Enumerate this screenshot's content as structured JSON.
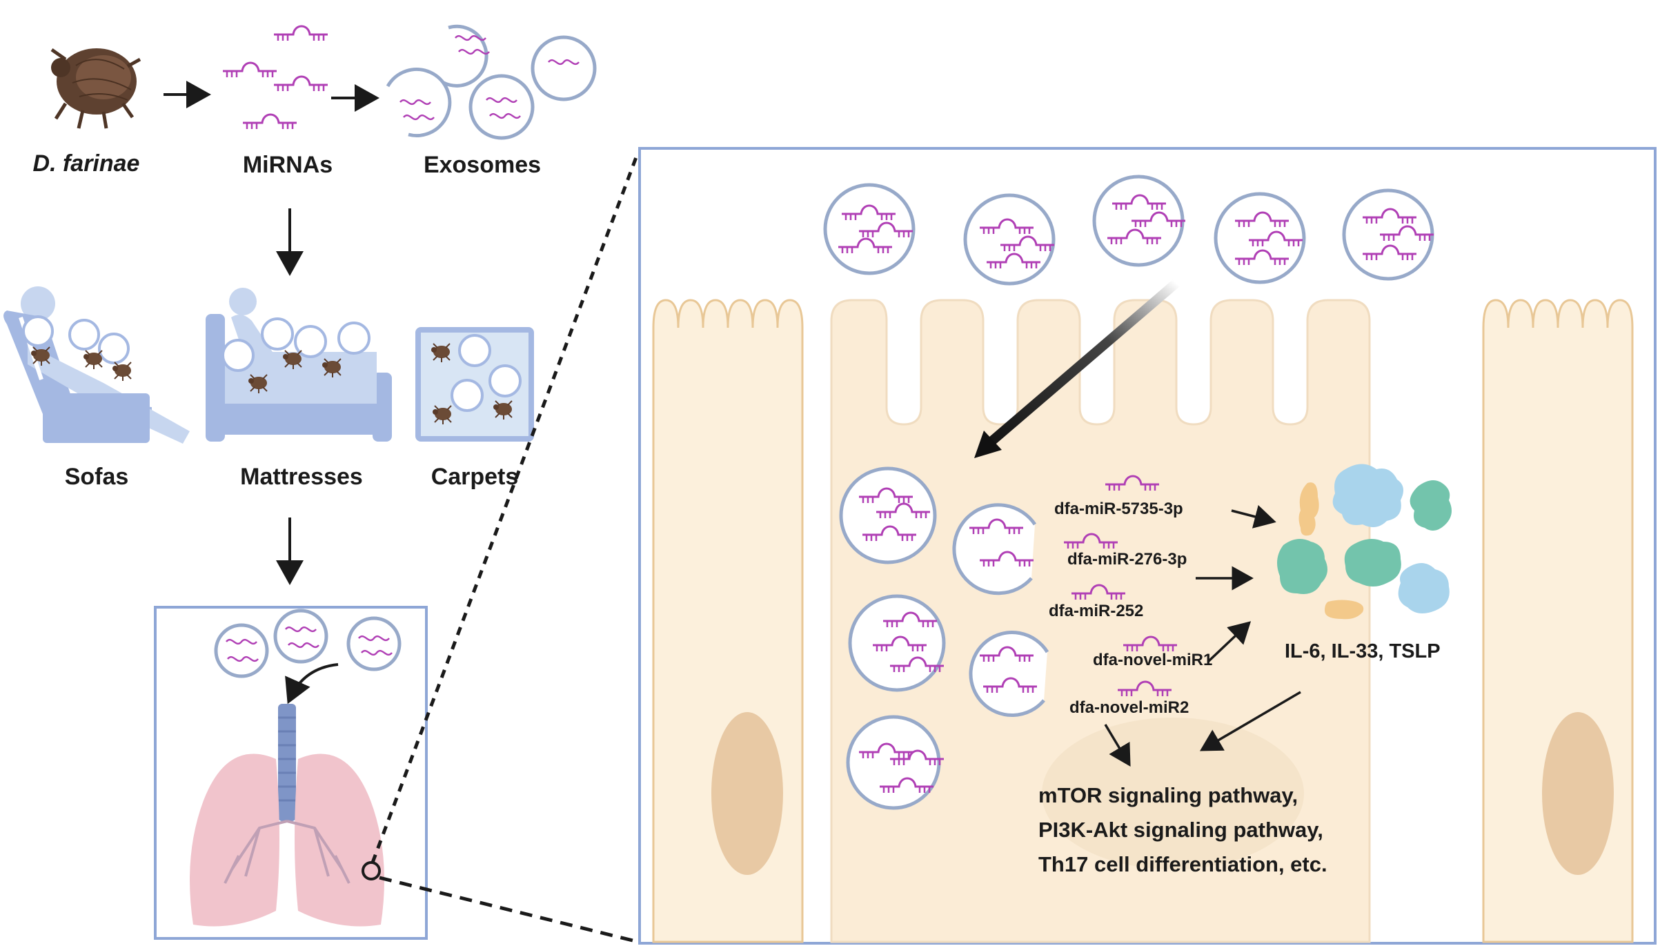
{
  "labels": {
    "source": "D. farinae",
    "mirnas": "MiRNAs",
    "exosomes": "Exosomes",
    "sofas": "Sofas",
    "mattresses": "Mattresses",
    "carpets": "Carpets"
  },
  "mirnas": [
    "dfa-miR-5735-3p",
    "dfa-miR-276-3p",
    "dfa-miR-252",
    "dfa-novel-miR1",
    "dfa-novel-miR2"
  ],
  "cytokines": "IL-6, IL-33, TSLP",
  "pathways": [
    "mTOR signaling pathway,",
    "PI3K-Akt signaling pathway,",
    "Th17 cell differentiation, etc."
  ],
  "colors": {
    "rna": "#b03fb5",
    "vesicle": "#97a9c9",
    "frame": "#8ea6d6",
    "cell": "#fcf0dc",
    "cell_edge": "#e8c796",
    "nucleus": "#e8c9a4",
    "furniture": "#a4b8e2",
    "mite": "#6b4b36",
    "lung": "#f1c4cc",
    "trachea": "#7f95c7",
    "protein_teal": "#73c4ac",
    "protein_blue": "#a9d4ec",
    "protein_orange": "#f3c98a"
  },
  "icons": [
    "dust-mite-icon",
    "mirna-icon",
    "exosome-icon",
    "sofa-icon",
    "bed-icon",
    "carpet-icon",
    "lung-icon",
    "protein-icon"
  ]
}
